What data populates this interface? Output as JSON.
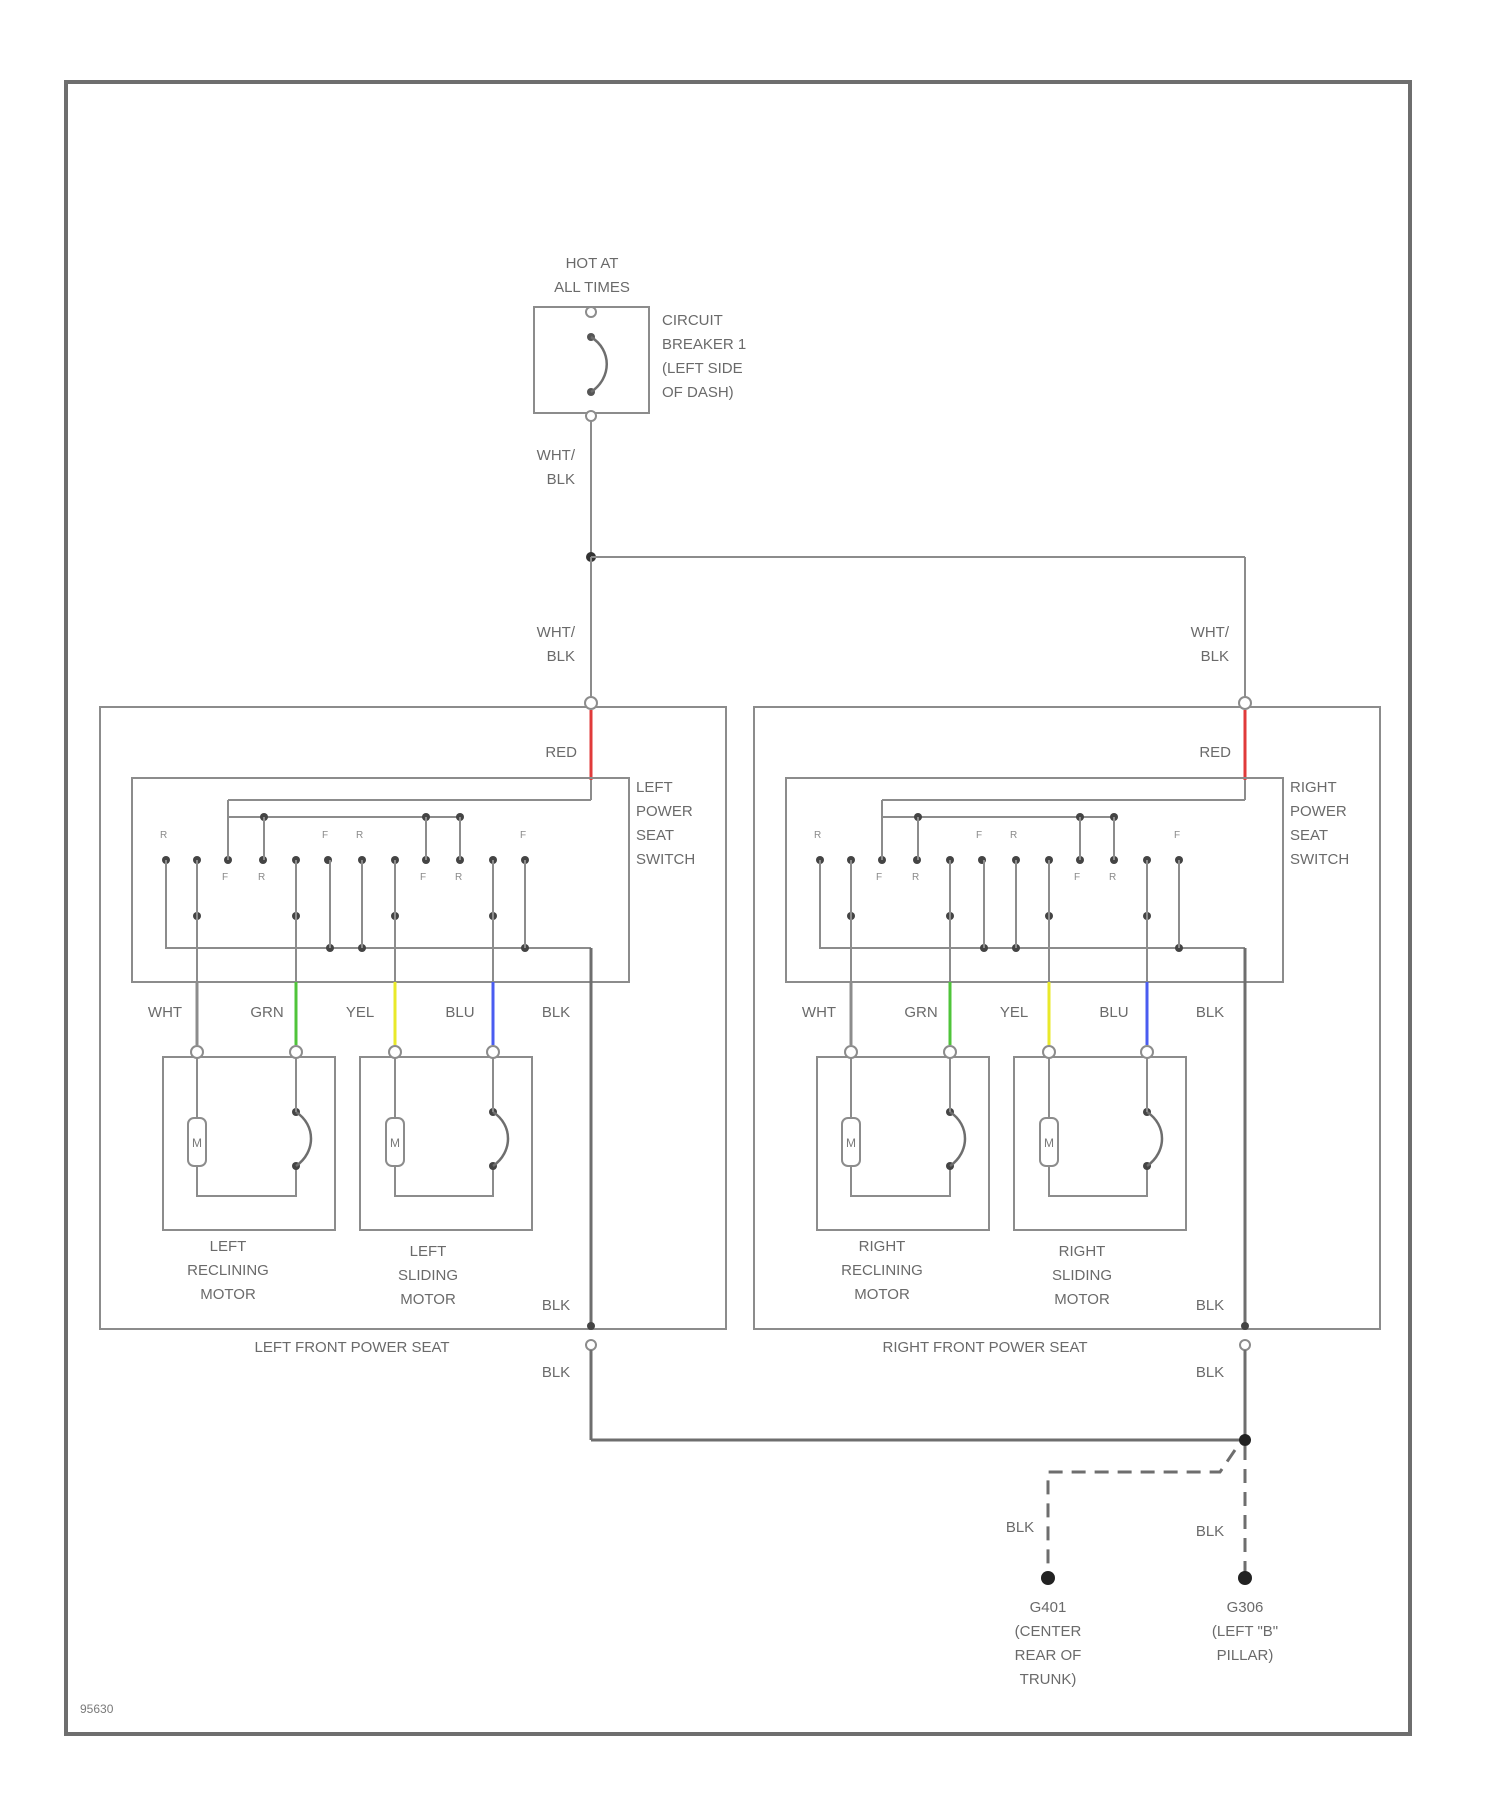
{
  "diagram_code": "95630",
  "power_source": {
    "label_line1": "HOT AT",
    "label_line2": "ALL TIMES"
  },
  "circuit_breaker": {
    "label_lines": [
      "CIRCUIT",
      "BREAKER 1",
      "(LEFT SIDE",
      "OF DASH)"
    ]
  },
  "wires": {
    "feed_top": {
      "line1": "WHT/",
      "line2": "BLK"
    },
    "feed_left": {
      "line1": "WHT/",
      "line2": "BLK"
    },
    "feed_right": {
      "line1": "WHT/",
      "line2": "BLK"
    },
    "switch_feed_color": "RED",
    "motor_leads": [
      "WHT",
      "GRN",
      "YEL",
      "BLU"
    ],
    "ground": "BLK"
  },
  "left_seat": {
    "title": "LEFT FRONT POWER SEAT",
    "switch_lines": [
      "LEFT",
      "POWER",
      "SEAT",
      "SWITCH"
    ],
    "recline_motor_lines": [
      "LEFT",
      "RECLINING",
      "MOTOR"
    ],
    "slide_motor_lines": [
      "LEFT",
      "SLIDING",
      "MOTOR"
    ],
    "motor_symbol": "M",
    "terminal_labels_top": [
      "R",
      "F",
      "R",
      "F"
    ],
    "terminal_labels_inner": [
      "F",
      "R",
      "F",
      "R"
    ]
  },
  "right_seat": {
    "title": "RIGHT FRONT POWER SEAT",
    "switch_lines": [
      "RIGHT",
      "POWER",
      "SEAT",
      "SWITCH"
    ],
    "recline_motor_lines": [
      "RIGHT",
      "RECLINING",
      "MOTOR"
    ],
    "slide_motor_lines": [
      "RIGHT",
      "SLIDING",
      "MOTOR"
    ],
    "motor_symbol": "M",
    "terminal_labels_top": [
      "R",
      "F",
      "R",
      "F"
    ],
    "terminal_labels_inner": [
      "F",
      "R",
      "F",
      "R"
    ]
  },
  "grounds": {
    "g401": [
      "G401",
      "(CENTER",
      "REAR OF",
      "TRUNK)"
    ],
    "g306": [
      "G306",
      "(LEFT \"B\"",
      "PILLAR)"
    ]
  },
  "colors": {
    "line": "#8c8c8c",
    "dark_line": "#6e6e6e",
    "red": "#e03a3a",
    "green": "#4fc43a",
    "yellow": "#e9e92a",
    "blue": "#4a5cf0"
  }
}
